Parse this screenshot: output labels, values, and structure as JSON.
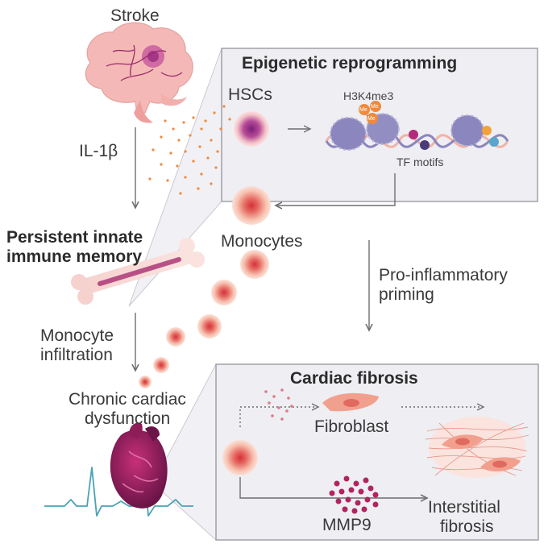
{
  "labels": {
    "stroke": "Stroke",
    "il1b": "IL-1β",
    "persistent_line1": "Persistent innate",
    "persistent_line2": "immune memory",
    "monocyte_infiltration_line1": "Monocyte",
    "monocyte_infiltration_line2": "infiltration",
    "chronic_line1": "Chronic cardiac",
    "chronic_line2": "dysfunction",
    "epigenetic_title": "Epigenetic reprogramming",
    "hscs": "HSCs",
    "h3k4me3": "H3K4me3",
    "me": "Me",
    "tf_motifs": "TF motifs",
    "monocytes": "Monocytes",
    "priming_line1": "Pro-inflammatory",
    "priming_line2": "priming",
    "cardiac_fibrosis_title": "Cardiac fibrosis",
    "fibroblast": "Fibroblast",
    "interstitial_line1": "Interstitial",
    "interstitial_line2": "fibrosis",
    "mmp9": "MMP9"
  },
  "colors": {
    "panel_fill": "#eeeef3",
    "panel_border": "#9a9aa2",
    "arrow": "#6f6f6f",
    "cell_core": "#d8404b",
    "cell_outer": "#f6c4b2",
    "hsc_core": "#8c2a80",
    "dots": "#f0893c",
    "brain": "#f4b9b6",
    "heart": "#a2236a",
    "ecg": "#4aa3b5",
    "mmp9": "#b2245f",
    "nucleosome": "#8b86bd"
  }
}
